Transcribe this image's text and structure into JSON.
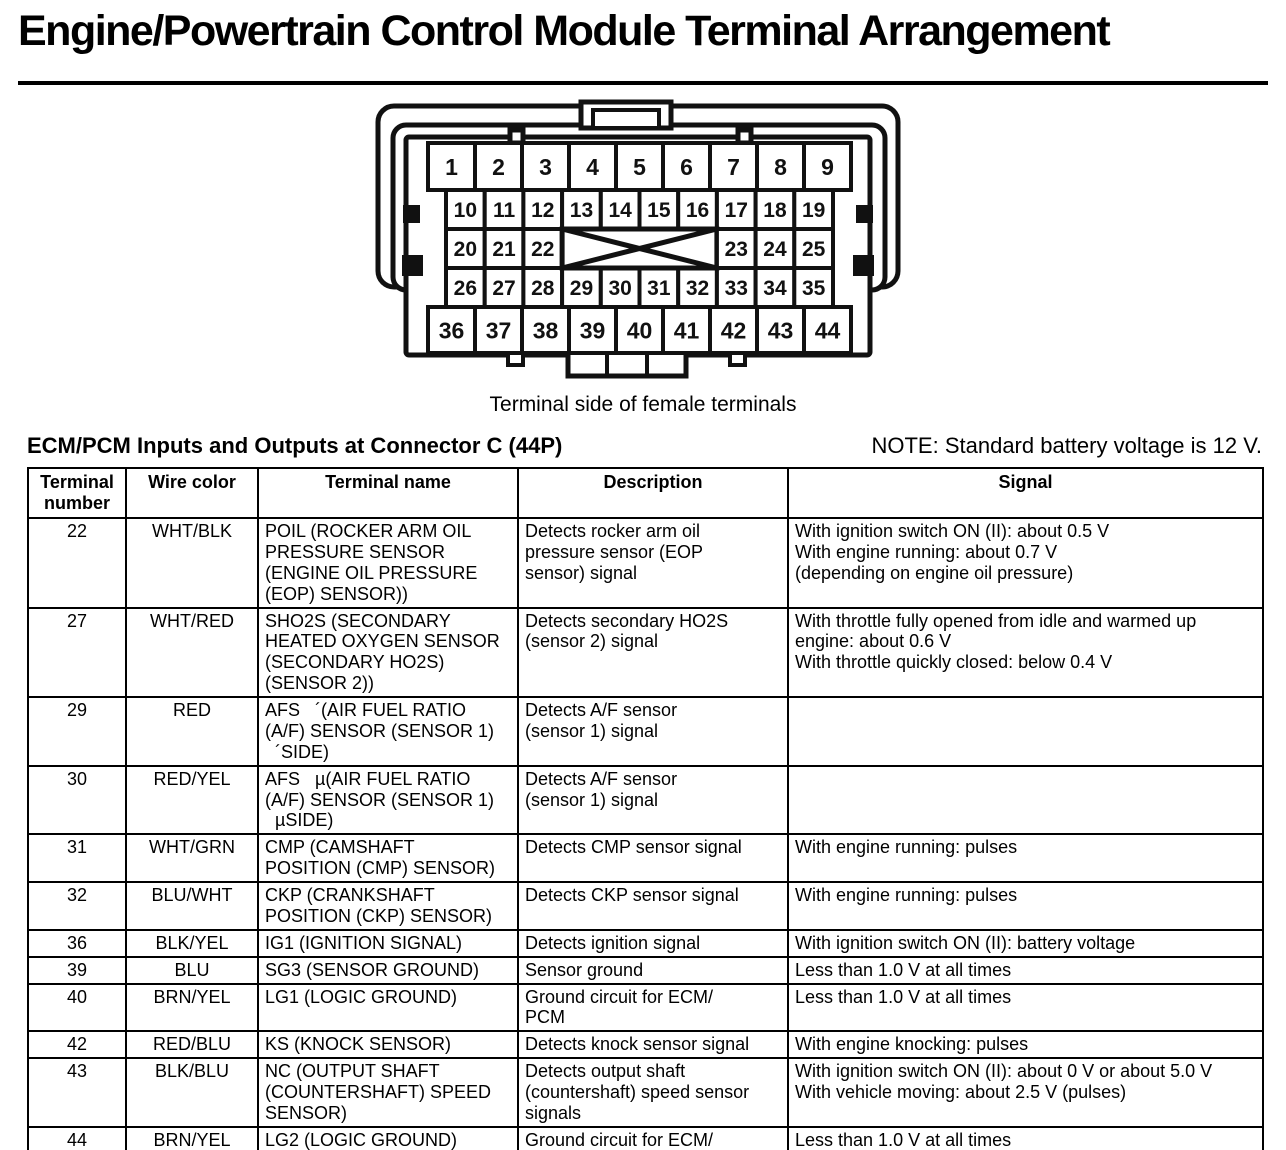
{
  "page": {
    "title": "Engine/Powertrain Control Module Terminal Arrangement",
    "caption": "Terminal side of female terminals",
    "section_heading": "ECM/PCM Inputs and Outputs at Connector C (44P)",
    "note": "NOTE: Standard battery voltage is 12 V."
  },
  "connector": {
    "rows": [
      {
        "terminals": [
          1,
          2,
          3,
          4,
          5,
          6,
          7,
          8,
          9
        ]
      },
      {
        "terminals": [
          10,
          11,
          12,
          13,
          14,
          15,
          16,
          17,
          18,
          19
        ]
      },
      {
        "left": [
          20,
          21,
          22
        ],
        "right": [
          23,
          24,
          25
        ],
        "blocked": true
      },
      {
        "terminals": [
          26,
          27,
          28,
          29,
          30,
          31,
          32,
          33,
          34,
          35
        ]
      },
      {
        "terminals": [
          36,
          37,
          38,
          39,
          40,
          41,
          42,
          43,
          44
        ]
      }
    ]
  },
  "table": {
    "columns": [
      "Terminal number",
      "Wire color",
      "Terminal name",
      "Description",
      "Signal"
    ],
    "rows": [
      {
        "terminal": "22",
        "wire_color": "WHT/BLK",
        "terminal_name": "POIL (ROCKER ARM OIL\nPRESSURE SENSOR\n(ENGINE OIL PRESSURE\n(EOP) SENSOR))",
        "description": "Detects rocker arm oil\npressure sensor (EOP\nsensor) signal",
        "signal": "With ignition switch ON (II): about 0.5 V\nWith engine running: about 0.7 V\n(depending on engine oil pressure)"
      },
      {
        "terminal": "27",
        "wire_color": "WHT/RED",
        "terminal_name": "SHO2S (SECONDARY\nHEATED OXYGEN SENSOR\n(SECONDARY HO2S)\n(SENSOR 2))",
        "description": "Detects secondary HO2S\n(sensor 2) signal",
        "signal": "With throttle fully opened from idle and warmed up\nengine: about 0.6 V\nWith throttle quickly closed: below 0.4 V"
      },
      {
        "terminal": "29",
        "wire_color": "RED",
        "terminal_name": "AFS   ´(AIR FUEL RATIO\n(A/F) SENSOR (SENSOR 1)\n  ´SIDE)",
        "description": "Detects A/F sensor\n(sensor 1) signal",
        "signal": ""
      },
      {
        "terminal": "30",
        "wire_color": "RED/YEL",
        "terminal_name": "AFS   µ(AIR FUEL RATIO\n(A/F) SENSOR (SENSOR 1)\n  µSIDE)",
        "description": "Detects A/F sensor\n(sensor 1) signal",
        "signal": ""
      },
      {
        "terminal": "31",
        "wire_color": "WHT/GRN",
        "terminal_name": "CMP (CAMSHAFT\nPOSITION (CMP) SENSOR)",
        "description": "Detects CMP sensor signal",
        "signal": "With engine running: pulses"
      },
      {
        "terminal": "32",
        "wire_color": "BLU/WHT",
        "terminal_name": "CKP (CRANKSHAFT\nPOSITION (CKP) SENSOR)",
        "description": "Detects CKP sensor signal",
        "signal": "With engine running: pulses"
      },
      {
        "terminal": "36",
        "wire_color": "BLK/YEL",
        "terminal_name": "IG1 (IGNITION SIGNAL)",
        "description": "Detects ignition signal",
        "signal": "With ignition switch ON (II): battery voltage"
      },
      {
        "terminal": "39",
        "wire_color": "BLU",
        "terminal_name": "SG3 (SENSOR GROUND)",
        "description": "Sensor ground",
        "signal": "Less than 1.0 V at all times"
      },
      {
        "terminal": "40",
        "wire_color": "BRN/YEL",
        "terminal_name": "LG1 (LOGIC GROUND)",
        "description": "Ground circuit for ECM/\nPCM",
        "signal": "Less than 1.0 V at all times"
      },
      {
        "terminal": "42",
        "wire_color": "RED/BLU",
        "terminal_name": "KS (KNOCK SENSOR)",
        "description": "Detects knock sensor signal",
        "signal": "With engine knocking: pulses"
      },
      {
        "terminal": "43",
        "wire_color": "BLK/BLU",
        "terminal_name": "NC (OUTPUT SHAFT\n(COUNTERSHAFT) SPEED\nSENSOR)",
        "description": "Detects output shaft\n(countershaft) speed sensor\nsignals",
        "signal": "With ignition switch ON (II): about 0 V or about 5.0 V\nWith vehicle moving: about 2.5 V (pulses)"
      },
      {
        "terminal": "44",
        "wire_color": "BRN/YEL",
        "terminal_name": "LG2 (LOGIC GROUND)",
        "description": "Ground circuit for ECM/\nPCM",
        "signal": "Less than 1.0 V at all times"
      }
    ]
  }
}
